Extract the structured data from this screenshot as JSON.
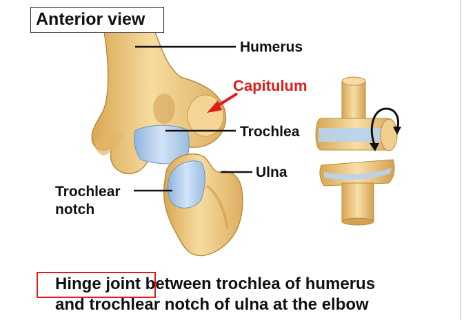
{
  "view_title": "Anterior view",
  "labels": {
    "humerus": "Humerus",
    "capitulum": "Capitulum",
    "trochlea": "Trochlea",
    "ulna": "Ulna",
    "trochlear_notch_line1": "Trochlear",
    "trochlear_notch_line2": "notch"
  },
  "caption": {
    "line1": "Hinge joint between trochlea of humerus",
    "line2": "and trochlear notch of ulna at the elbow"
  },
  "colors": {
    "bone": "#f2cf8a",
    "bone_shadow": "#d9a653",
    "bone_outline": "#b98a3e",
    "cartilage": "#b8d3ef",
    "cartilage_shadow": "#8fb3dd",
    "accent_red": "#e01b1b",
    "leader_line": "#111111"
  }
}
